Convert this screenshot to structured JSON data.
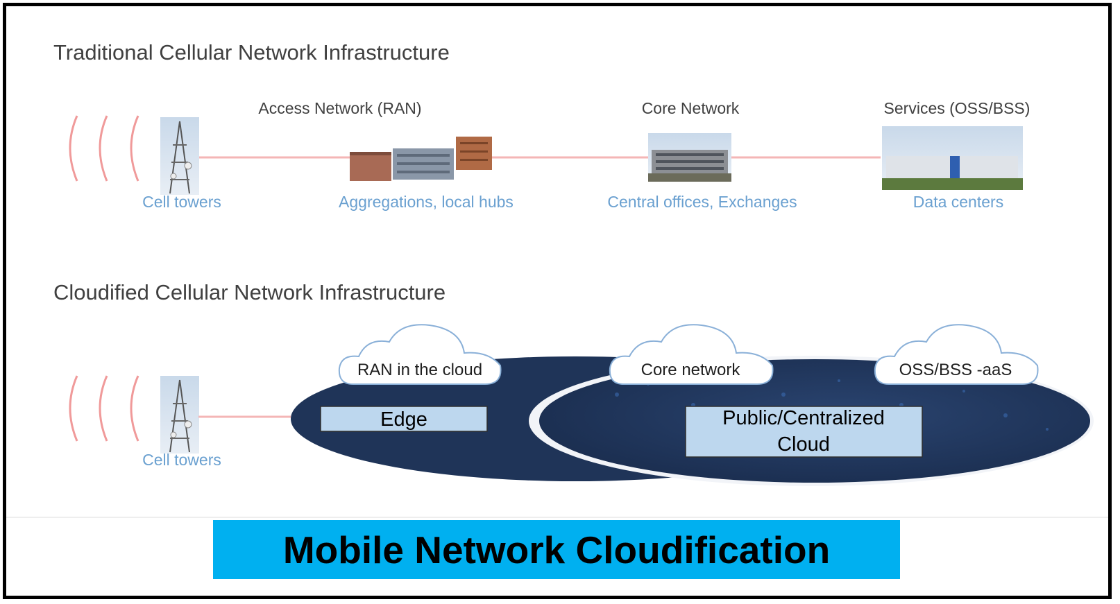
{
  "traditional": {
    "heading": "Traditional Cellular Network Infrastructure",
    "stage_labels": [
      "Access Network (RAN)",
      "Core Network",
      "Services (OSS/BSS)"
    ],
    "captions": [
      "Cell towers",
      "Aggregations, local hubs",
      "Central offices, Exchanges",
      "Data centers"
    ]
  },
  "cloudified": {
    "heading": "Cloudified Cellular Network Infrastructure",
    "clouds": [
      "RAN in the cloud",
      "Core network",
      "OSS/BSS -aaS"
    ],
    "boxes": [
      "Edge",
      "Public/Centralized",
      "Cloud"
    ],
    "captions": [
      "Cell towers"
    ]
  },
  "banner": {
    "title": "Mobile Network Cloudification"
  },
  "colors": {
    "link_line": "#f4b6b6",
    "signal_arcs": "#f09a9a",
    "caption_text": "#6aa0d0",
    "heading_text": "#404040",
    "ellipse_fill": "#1f3458",
    "box_fill": "#bdd7ee",
    "banner_fill": "#00b0f0"
  }
}
